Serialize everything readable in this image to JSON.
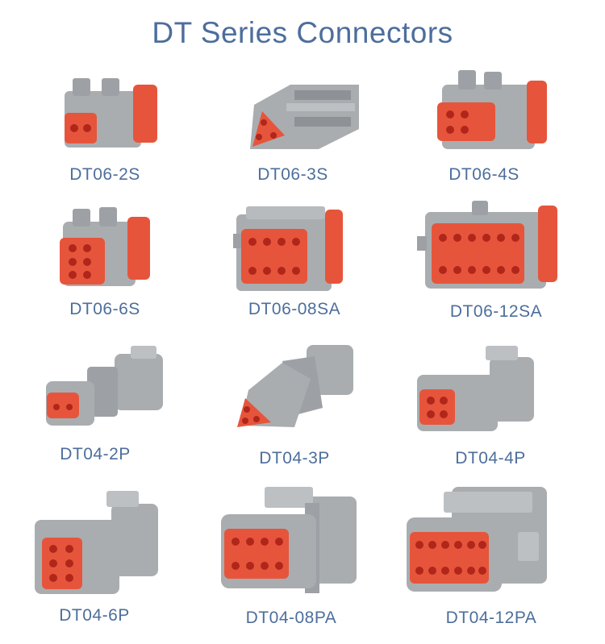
{
  "title": "DT Series Connectors",
  "colors": {
    "title": "#4d6e9c",
    "body": "#a9adb0",
    "shadow": "#8e9296",
    "seal": "#e6553b",
    "hole": "#b0261a"
  },
  "products": [
    {
      "label": "DT06-2S",
      "type": "socket",
      "pins": 2
    },
    {
      "label": "DT06-3S",
      "type": "socket",
      "pins": 3
    },
    {
      "label": "DT06-4S",
      "type": "socket",
      "pins": 4
    },
    {
      "label": "DT06-6S",
      "type": "socket",
      "pins": 6
    },
    {
      "label": "DT06-08SA",
      "type": "socket",
      "pins": 8
    },
    {
      "label": "DT06-12SA",
      "type": "socket",
      "pins": 12
    },
    {
      "label": "DT04-2P",
      "type": "plug",
      "pins": 2
    },
    {
      "label": "DT04-3P",
      "type": "plug",
      "pins": 3
    },
    {
      "label": "DT04-4P",
      "type": "plug",
      "pins": 4
    },
    {
      "label": "DT04-6P",
      "type": "plug",
      "pins": 6
    },
    {
      "label": "DT04-08PA",
      "type": "plug",
      "pins": 8
    },
    {
      "label": "DT04-12PA",
      "type": "plug",
      "pins": 12
    }
  ]
}
